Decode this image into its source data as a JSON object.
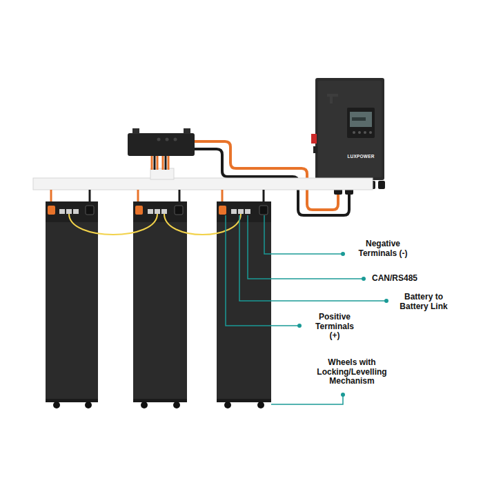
{
  "diagram": {
    "labels": [
      "Negative Terminals (-)",
      "CAN/RS485",
      "Battery to Battery Link",
      "Positive Terminals (+)",
      "Wheels with Locking/Levelling Mechanism",
      "LUXPOWER"
    ]
  }
}
